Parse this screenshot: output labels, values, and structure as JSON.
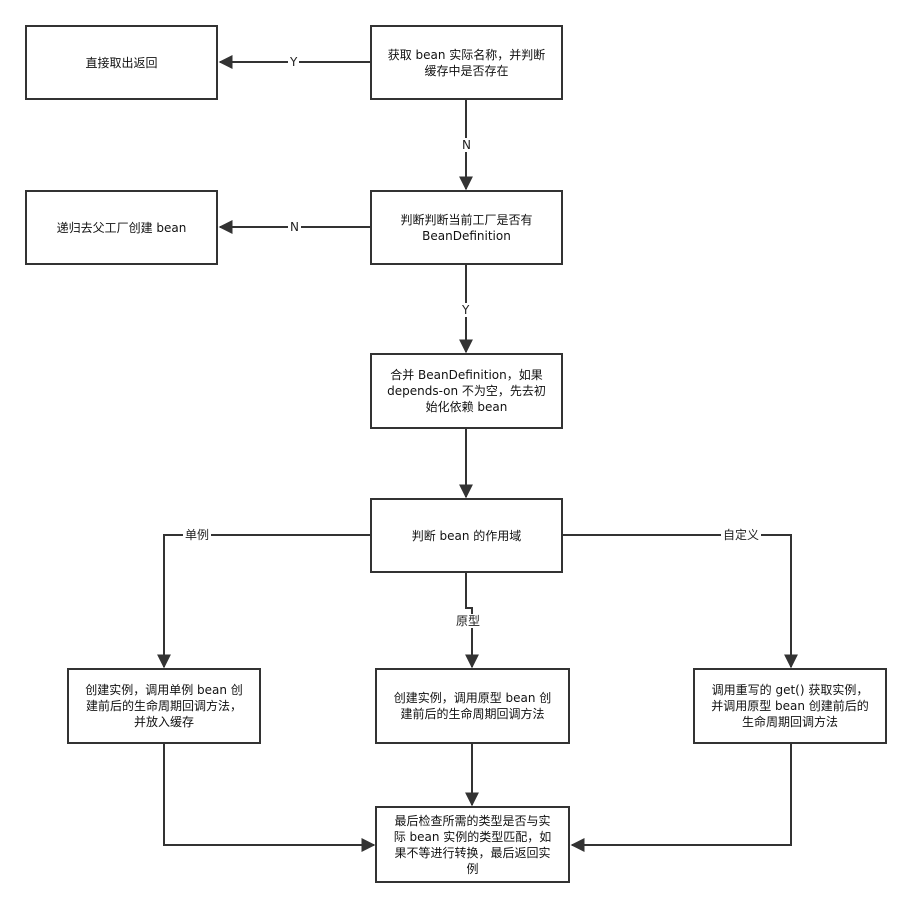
{
  "nodes": {
    "cache_check": "获取 bean 实际名称，并判断\n缓存中是否存在",
    "return_direct": "直接取出返回",
    "has_definition": "判断判断当前工厂是否有\nBeanDefinition",
    "parent_factory": "递归去父工厂创建 bean",
    "merge_definition": "合并 BeanDefinition，如果\ndepends-on 不为空，先去初\n始化依赖 bean",
    "scope_check": "判断 bean 的作用域",
    "singleton_create": "创建实例，调用单例 bean 创\n建前后的生命周期回调方法，\n并放入缓存",
    "prototype_create": "创建实例，调用原型 bean 创\n建前后的生命周期回调方法",
    "custom_create": "调用重写的 get() 获取实例，\n并调用原型 bean 创建前后的\n生命周期回调方法",
    "final_check": "最后检查所需的类型是否与实\n际 bean 实例的类型匹配，如\n果不等进行转换，最后返回实\n例"
  },
  "edge_labels": {
    "cache_yes": "Y",
    "cache_no": "N",
    "definition_no": "N",
    "definition_yes": "Y",
    "singleton": "单例",
    "prototype": "原型",
    "custom": "自定义"
  },
  "colors": {
    "stroke": "#333333",
    "background": "#ffffff"
  }
}
